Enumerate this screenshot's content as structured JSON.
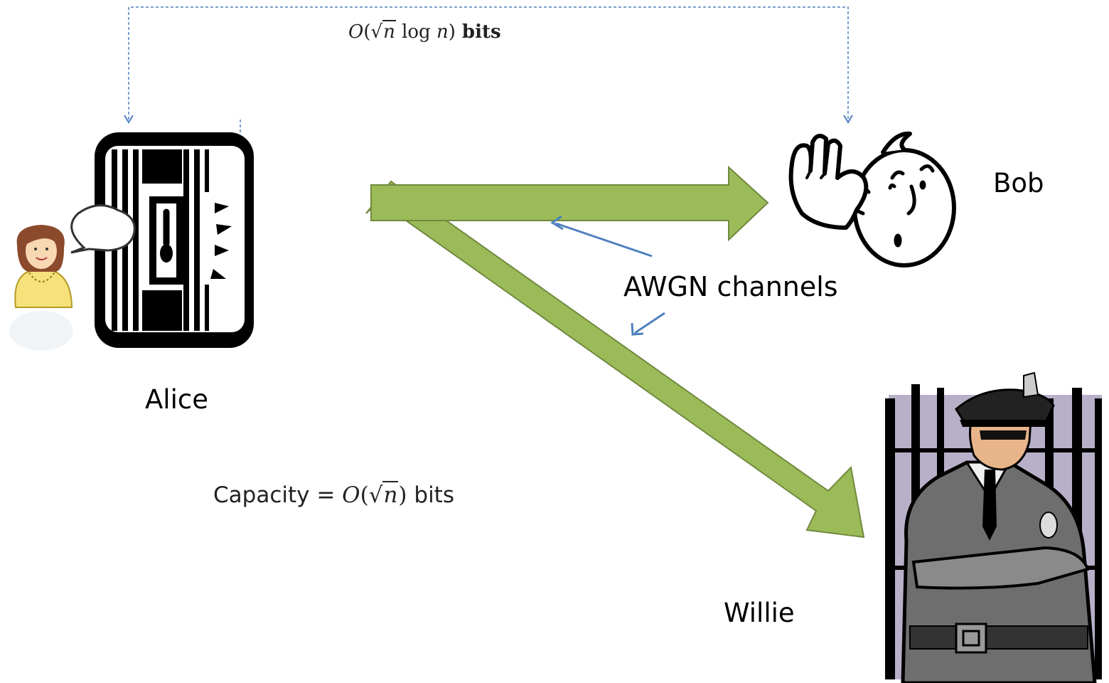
{
  "labels": {
    "alice": "Alice",
    "bob": "Bob",
    "willie": "Willie",
    "channels": "AWGN channels"
  },
  "top_rate": {
    "o": "O",
    "paren_open": "(",
    "radicand": "n",
    "log": " log ",
    "log_arg": "n",
    "paren_close": ")",
    "unit": " bits"
  },
  "capacity": {
    "prefix": "Capacity = ",
    "o": "O",
    "paren_open": "(",
    "radicand": "n",
    "paren_close": ")",
    "unit": " bits"
  },
  "colors": {
    "arrow_fill": "#9bbb59",
    "arrow_stroke": "#71893f",
    "pointer": "#4f81bd",
    "dashed": "#4f81bd",
    "alice_shirt": "#f5e27a",
    "alice_hair": "#8b4a2b",
    "willie_bg": "#b8b0c8",
    "willie_uniform": "#6e6e6e"
  },
  "icons": [
    "alice-icon",
    "radio-transmitter-icon",
    "speech-bubble-icon",
    "bob-icon",
    "willie-icon"
  ]
}
